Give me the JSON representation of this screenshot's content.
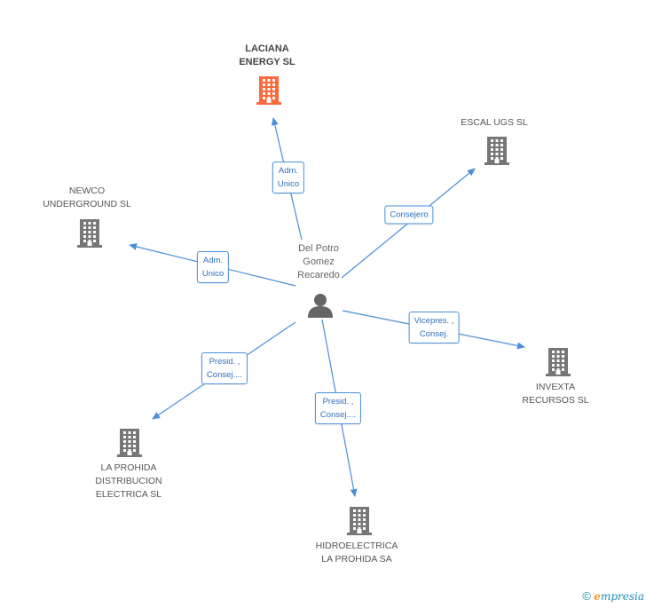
{
  "colors": {
    "edge": "#4a8fd9",
    "company": "#777777",
    "company_main": "#ff6a3d",
    "person": "#666666"
  },
  "center": {
    "name_lines": [
      "Del Potro",
      "Gomez",
      "Recaredo"
    ],
    "icon": "person-icon"
  },
  "companies": [
    {
      "id": "laciana",
      "lines": [
        "LACIANA",
        "ENERGY SL"
      ],
      "main": true,
      "icon": "building-icon"
    },
    {
      "id": "escal",
      "lines": [
        "ESCAL UGS SL"
      ],
      "main": false,
      "icon": "building-icon"
    },
    {
      "id": "newco",
      "lines": [
        "NEWCO",
        "UNDERGROUND SL"
      ],
      "main": false,
      "icon": "building-icon"
    },
    {
      "id": "invexta",
      "lines": [
        "INVEXTA",
        "RECURSOS SL"
      ],
      "main": false,
      "icon": "building-icon"
    },
    {
      "id": "laprohida",
      "lines": [
        "LA PROHIDA",
        "DISTRIBUCION",
        "ELECTRICA SL"
      ],
      "main": false,
      "icon": "building-icon"
    },
    {
      "id": "hidroelectrica",
      "lines": [
        "HIDROELECTRICA",
        "LA PROHIDA SA"
      ],
      "main": false,
      "icon": "building-icon"
    }
  ],
  "edges": [
    {
      "to": "laciana",
      "label_lines": [
        "Adm.",
        "Unico"
      ]
    },
    {
      "to": "escal",
      "label_lines": [
        "Consejero"
      ]
    },
    {
      "to": "newco",
      "label_lines": [
        "Adm.",
        "Unico"
      ]
    },
    {
      "to": "invexta",
      "label_lines": [
        "Vicepres. ,",
        "Consej."
      ]
    },
    {
      "to": "laprohida",
      "label_lines": [
        "Presid. ,",
        "Consej...."
      ]
    },
    {
      "to": "hidroelectrica",
      "label_lines": [
        "Presid. ,",
        "Consej...."
      ]
    }
  ],
  "footer": {
    "copyright_symbol": "©",
    "brand_initial": "e",
    "brand_rest": "mpresia"
  }
}
